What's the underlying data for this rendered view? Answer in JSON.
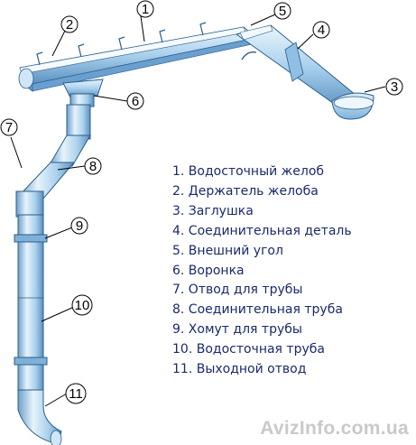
{
  "legend": [
    "1. Водосточный желоб",
    "2. Держатель желоба",
    "3. Заглушка",
    "4. Соединительная деталь",
    "5. Внешний угол",
    "6. Воронка",
    "7. Отвод для трубы",
    "8. Соединительная труба",
    "9. Хомут для трубы",
    "10. Водосточная труба",
    "11. Выходной отвод"
  ],
  "callouts": [
    "1",
    "2",
    "3",
    "4",
    "5",
    "6",
    "7",
    "8",
    "9",
    "10",
    "11"
  ],
  "watermark": "AvizInfo.com.ua",
  "colors": {
    "metal_light": "#e4f1fa",
    "metal_mid": "#9cc8e8",
    "metal_dark": "#4f86b8",
    "outline": "#2c5e8c",
    "legend_text": "#1a2a6c",
    "watermark": "#c9c9c9"
  }
}
